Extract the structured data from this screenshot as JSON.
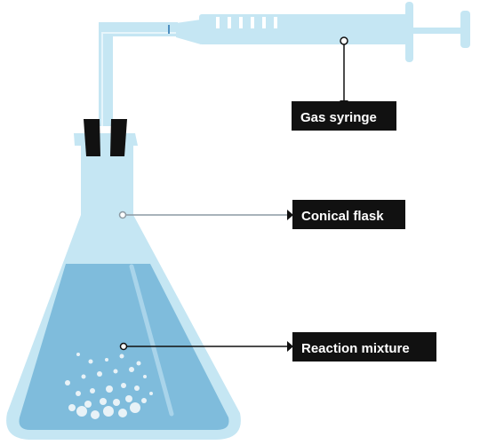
{
  "labels": {
    "gas_syringe": "Gas syringe",
    "conical_flask": "Conical flask",
    "reaction_mixture": "Reaction mixture"
  },
  "colors": {
    "glass": "#c5e6f3",
    "liquid": "#7fbcdc",
    "liquid_highlight": "#a9d4ea",
    "stopper": "#111111",
    "label_background": "#111111",
    "label_text": "#ffffff",
    "flask_leader_line": "#8c9aa3",
    "bubble": "#e8f2f7"
  },
  "icons": {
    "bubbles": "gas-bubbles"
  }
}
